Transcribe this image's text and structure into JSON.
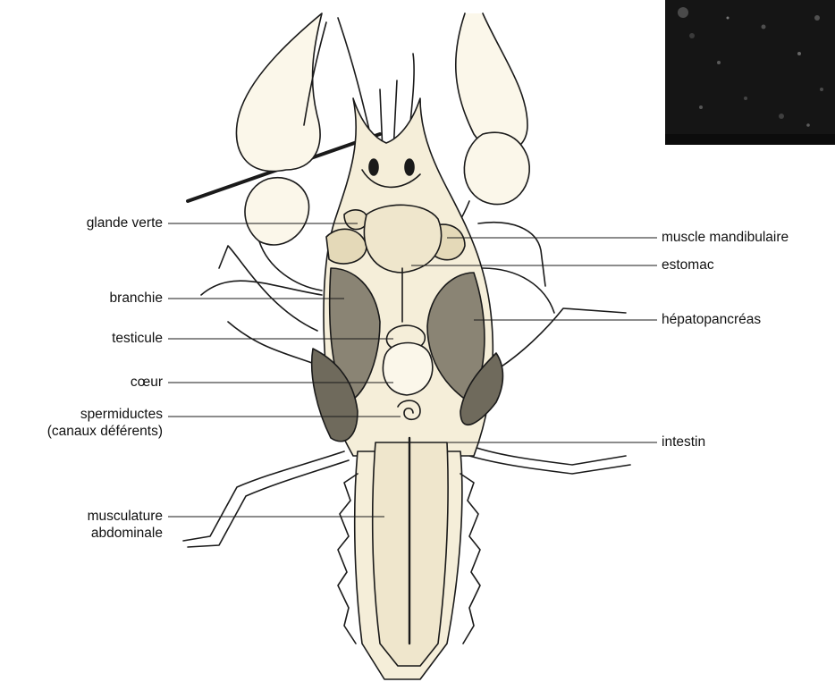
{
  "labels": {
    "glande_verte": "glande verte",
    "branchie": "branchie",
    "testicule": "testicule",
    "coeur": "cœur",
    "spermiductes_1": "spermiductes",
    "spermiductes_2": "(canaux déférents)",
    "musculature_1": "musculature",
    "musculature_2": "abdominale",
    "muscle_mandibulaire": "muscle mandibulaire",
    "estomac": "estomac",
    "hepatopancreas": "hépatopancréas",
    "intestin": "intestin"
  },
  "colors": {
    "drawing_fill": "#f5eed9",
    "line": "#1a1a1a",
    "photo_bg": "#151515"
  },
  "icons": {
    "specimen": "crayfish-dorsal-dissection-illustration",
    "photo": "dark-photograph-corner"
  }
}
